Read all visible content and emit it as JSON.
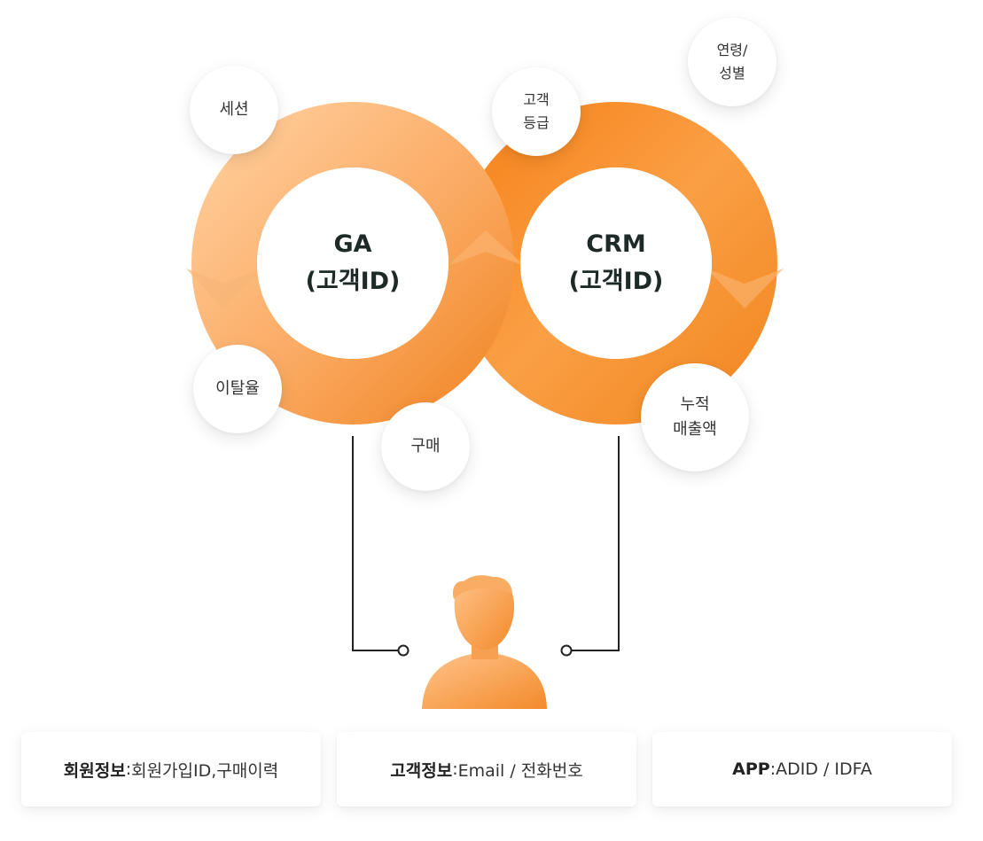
{
  "colors": {
    "ga_light": "#ffc58e",
    "ga_dark": "#f28a2c",
    "crm_light": "#fba24a",
    "crm_dark": "#f07f17",
    "line": "#222222"
  },
  "hubs": {
    "ga": {
      "label": "GA\n(고객ID)"
    },
    "crm": {
      "label": "CRM\n(고객ID)"
    }
  },
  "bubbles": {
    "session": "세션",
    "bounce": "이탈율",
    "purchase": "구매",
    "grade": "고객\n등급",
    "age_gender": "연령/\n성별",
    "cumulative": "누적\n매출액"
  },
  "cards": [
    {
      "title": "회원정보",
      "sep": " : ",
      "text": "회원가입ID,구매이력"
    },
    {
      "title": "고객정보",
      "sep": " : ",
      "text": "Email / 전화번호"
    },
    {
      "title": "APP",
      "sep": " : ",
      "text": "ADID / IDFA"
    }
  ],
  "icons": {
    "person": "person-icon"
  }
}
